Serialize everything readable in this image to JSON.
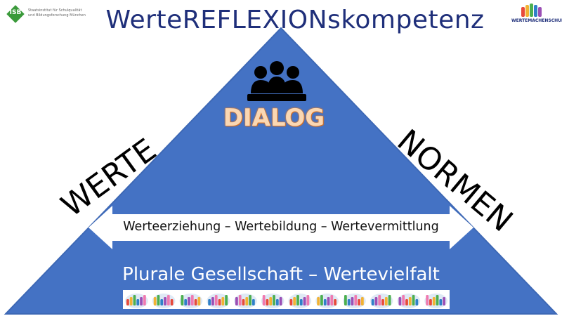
{
  "title": "WerteREFLEXIONskompetenz",
  "logo_left": {
    "badge": "ISB",
    "line1": "Staatsinstitut für Schulqualität",
    "line2": "und Bildungsforschung München"
  },
  "logo_right": {
    "text": "WERTEMACHENSCHULE"
  },
  "diagram": {
    "center_icon": "group-meeting-icon",
    "center_label": "DIALOG",
    "left_side_label": "WERTE",
    "right_side_label": "NORMEN",
    "arrow_label": "Werteerziehung – Wertebildung – Wertevermittlung",
    "base_label": "Plurale Gesellschaft – Wertevielfalt",
    "diversity_strip_icon": "colorful-hands-icon",
    "diversity_strip_count": 12
  },
  "colors": {
    "triangle": "#4472c4",
    "triangle_edge": "#3d68b5",
    "title": "#1f2f7a",
    "dialog_fill": "#fad7b3",
    "dialog_outline": "#e07b2a",
    "arrow": "#ffffff"
  }
}
